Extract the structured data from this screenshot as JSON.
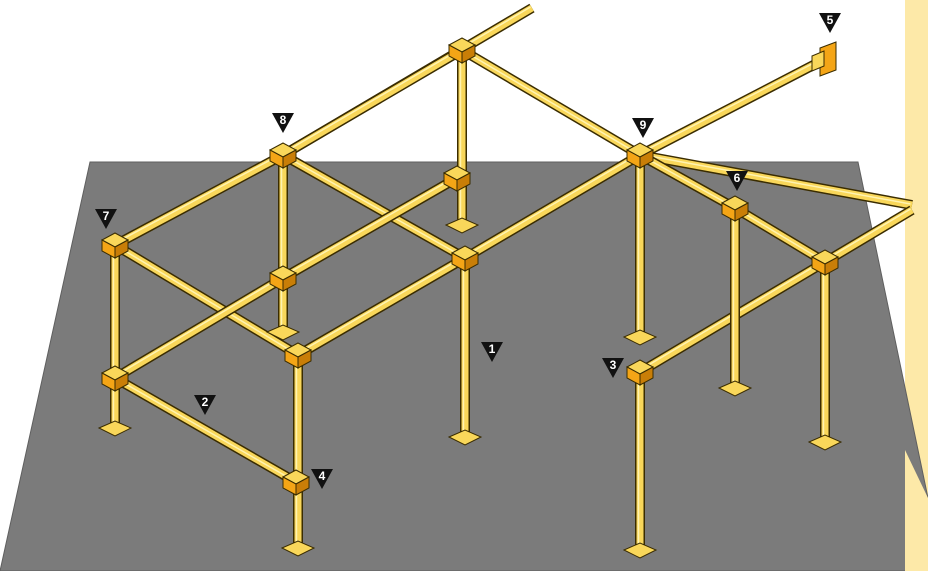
{
  "diagram": {
    "colors": {
      "floor": "#7b7b7b",
      "floor_edge": "#5f5f5f",
      "side_panel": "#fde9a8",
      "pipe": "#f9d75a",
      "pipe_outline": "#3a2c00",
      "pipe_highlight": "#fff3b0",
      "fitting": "#f4a516",
      "fitting_shadow": "#c97e07",
      "callout": "#111111"
    },
    "callouts": [
      {
        "label": "1"
      },
      {
        "label": "2"
      },
      {
        "label": "3"
      },
      {
        "label": "4"
      },
      {
        "label": "5"
      },
      {
        "label": "6"
      },
      {
        "label": "7"
      },
      {
        "label": "8"
      },
      {
        "label": "9"
      }
    ]
  }
}
